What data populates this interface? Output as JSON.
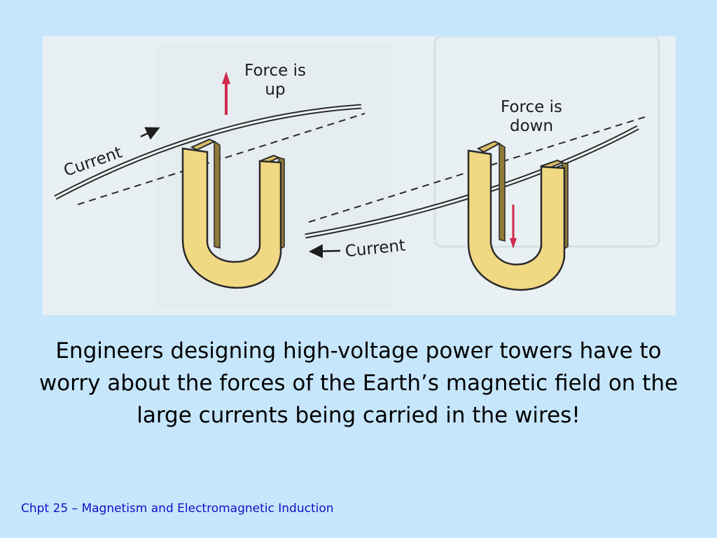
{
  "figure": {
    "left": {
      "force_label_line1": "Force is",
      "force_label_line2": "up",
      "current_label": "Current"
    },
    "right": {
      "force_label_line1": "Force is",
      "force_label_line2": "down",
      "current_label": "Current"
    }
  },
  "body_text": "Engineers designing high-voltage power towers have to worry about the forces of the Earth’s magnetic field on the large currents being carried in the wires!",
  "footer": "Chpt 25 – Magnetism and Electromagnetic Induction",
  "colors": {
    "background": "#c6e6fb",
    "footer_text": "#1010c8",
    "magnet_yellow": "#f1d883",
    "arrow_red": "#d02a4e"
  }
}
